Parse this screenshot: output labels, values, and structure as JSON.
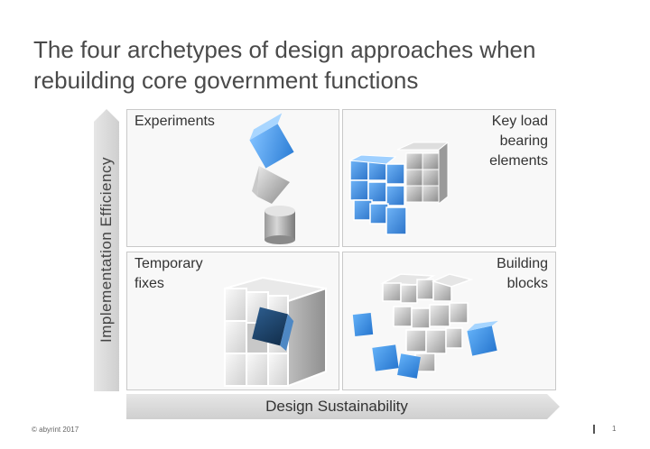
{
  "title": {
    "line1": "The four archetypes of design approaches when",
    "line2": "rebuilding core government functions"
  },
  "axes": {
    "y_label": "Implementation Efficiency",
    "x_label": "Design Sustainability"
  },
  "quadrants": {
    "top_left": {
      "lines": [
        "Experiments"
      ]
    },
    "top_right": {
      "lines": [
        "Key load",
        "bearing",
        "elements"
      ]
    },
    "bottom_left": {
      "lines": [
        "Temporary",
        "fixes"
      ]
    },
    "bottom_right": {
      "lines": [
        "Building",
        "blocks"
      ]
    }
  },
  "footer": {
    "copyright": "© abyrint 2017",
    "page_number": "1"
  },
  "colors": {
    "accent_blue": "#3d8fe0",
    "dark_blue": "#1f3f63",
    "axis_gray": "#d4d4d4",
    "cube_gray": "#b8b8b8"
  }
}
